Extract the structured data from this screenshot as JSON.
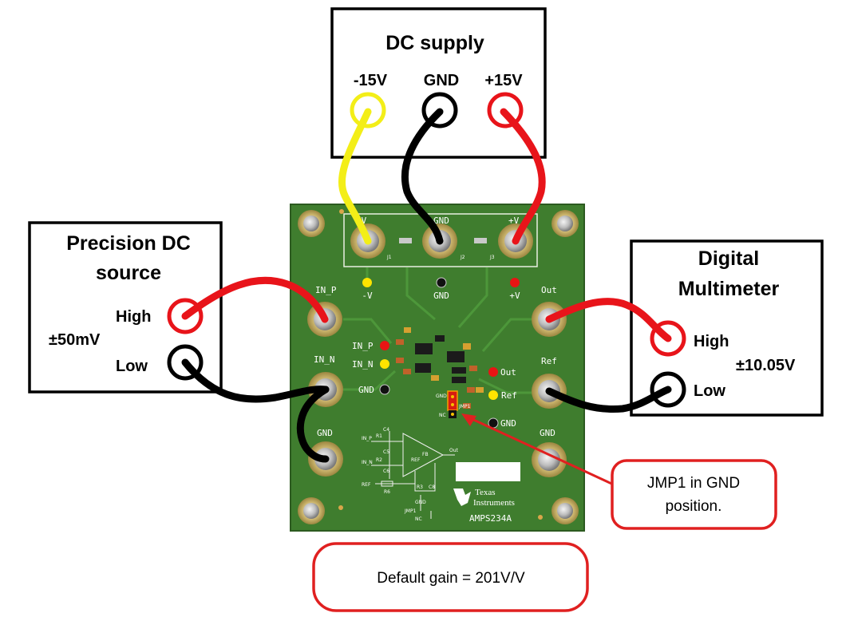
{
  "dc_supply": {
    "title": "DC supply",
    "terminals": [
      "-15V",
      "GND",
      "+15V"
    ]
  },
  "precision_source": {
    "title_line1": "Precision DC",
    "title_line2": "source",
    "high_label": "High",
    "low_label": "Low",
    "range": "±50mV"
  },
  "multimeter": {
    "title_line1": "Digital",
    "title_line2": "Multimeter",
    "high_label": "High",
    "low_label": "Low",
    "reading": "±10.05V"
  },
  "board": {
    "name": "AMPS234A",
    "brand_line1": "Texas",
    "brand_line2": "Instruments",
    "top_labels": [
      "-V",
      "GND",
      "+V"
    ],
    "connectors": [
      "J1",
      "J2",
      "J3"
    ],
    "testpoints": [
      "-V",
      "GND",
      "+V"
    ],
    "left_terms": [
      "IN_P",
      "IN_N",
      "GND"
    ],
    "right_terms": [
      "Out",
      "Ref",
      "GND"
    ],
    "inner_tp": [
      "IN_P",
      "IN_N",
      "GND",
      "Out",
      "Ref",
      "GND"
    ],
    "jumper": [
      "GND",
      "JMP1",
      "NC"
    ],
    "schematic": [
      "IN_P",
      "IN_N",
      "REF",
      "Out",
      "FB",
      "REF",
      "R1",
      "R2",
      "C4",
      "C5",
      "C6",
      "R3",
      "R6",
      "C8",
      "JMP1",
      "GND",
      "NC"
    ]
  },
  "callouts": {
    "jumper_note_line1": "JMP1 in GND",
    "jumper_note_line2": "position.",
    "gain_note": "Default gain = 201V/V"
  },
  "colors": {
    "wire_red": "#e8141a",
    "wire_yellow": "#f3ee18",
    "wire_black": "#000000",
    "pcb_green": "#3f7d2e",
    "callout_red": "#e02020"
  }
}
